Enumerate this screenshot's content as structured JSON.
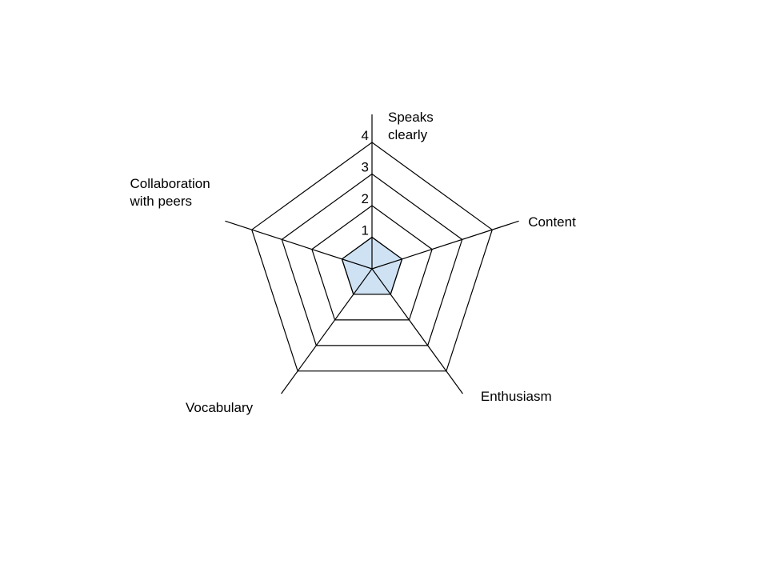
{
  "chart_data": {
    "type": "radar",
    "title": "",
    "axes": [
      {
        "label_lines": [
          "Speaks",
          "clearly"
        ]
      },
      {
        "label_lines": [
          "Content"
        ]
      },
      {
        "label_lines": [
          "Enthusiasm"
        ]
      },
      {
        "label_lines": [
          "Vocabulary"
        ]
      },
      {
        "label_lines": [
          "Collaboration",
          "with peers"
        ]
      }
    ],
    "ticks": [
      "1",
      "2",
      "3",
      "4"
    ],
    "range": [
      0,
      4
    ],
    "series": [
      {
        "values": [
          1,
          1,
          1,
          1,
          1
        ],
        "fill_color": "#cfe2f3",
        "stroke_color": "#000000"
      }
    ],
    "grid": true,
    "legend": "none",
    "grid_color": "#000000"
  }
}
